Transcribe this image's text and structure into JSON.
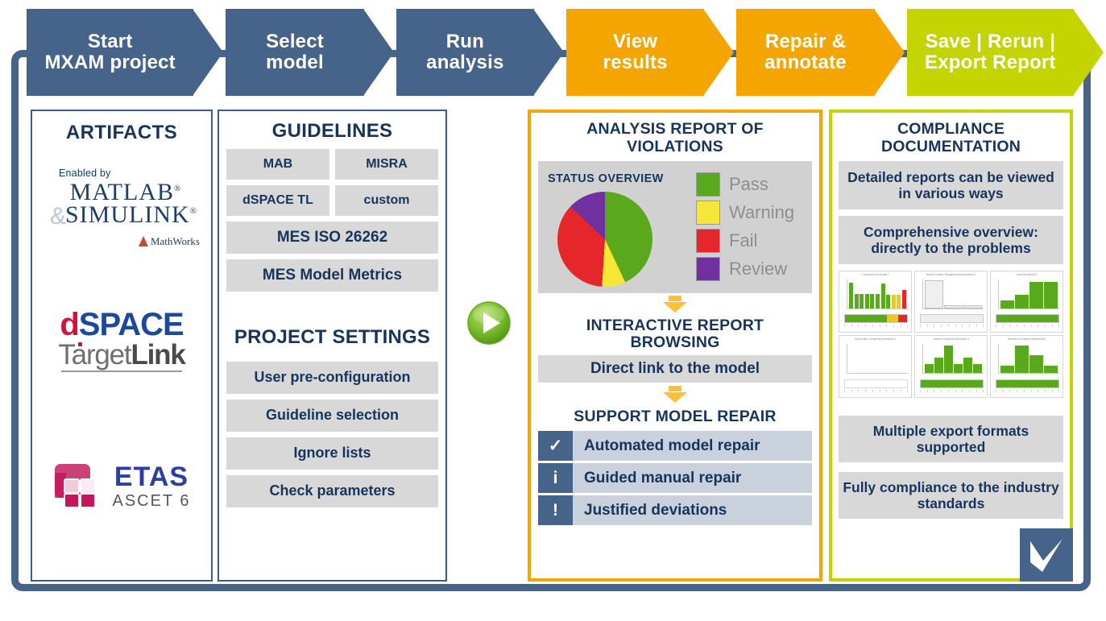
{
  "process_bar": {
    "steps": [
      {
        "label_line1": "Start",
        "label_line2": "MXAM project",
        "color": "#46638a"
      },
      {
        "label_line1": "Select",
        "label_line2": "model",
        "color": "#46638a"
      },
      {
        "label_line1": "Run",
        "label_line2": "analysis",
        "color": "#46638a"
      },
      {
        "label_line1": "View",
        "label_line2": "results",
        "color": "#f5a500"
      },
      {
        "label_line1": "Repair &",
        "label_line2": "annotate",
        "color": "#f5a500"
      },
      {
        "label_line1": "Save | Rerun |",
        "label_line2": "Export Report",
        "color": "#c3d400"
      }
    ]
  },
  "artifacts": {
    "title": "ARTIFACTS",
    "matlab_logo": {
      "enabled_by": "Enabled by",
      "amp": "&",
      "matlab": "MATLAB",
      "simulink": "SIMULINK",
      "registered": "®",
      "mathworks": "MathWorks"
    },
    "dspace_logo": {
      "d": "d",
      "space": "SPACE",
      "target": "Target",
      "link": "Link"
    },
    "etas_logo": {
      "name": "ETAS",
      "product": "ASCET 6"
    }
  },
  "guidelines": {
    "title": "GUIDELINES",
    "pairs": [
      {
        "left": "MAB",
        "right": "MISRA"
      },
      {
        "left": "dSPACE TL",
        "right": "custom"
      }
    ],
    "wide": [
      "MES ISO 26262",
      "MES Model Metrics"
    ]
  },
  "project_settings": {
    "title": "PROJECT SETTINGS",
    "items": [
      "User pre-configuration",
      "Guideline selection",
      "Ignore lists",
      "Check parameters"
    ]
  },
  "report": {
    "title_line1": "ANALYSIS REPORT OF",
    "title_line2": "VIOLATIONS",
    "status_label": "STATUS OVERVIEW",
    "browsing_title_line1": "INTERACTIVE REPORT",
    "browsing_title_line2": "BROWSING",
    "direct_link": "Direct link to the model",
    "repair_title": "SUPPORT MODEL REPAIR",
    "repair_items": [
      {
        "icon": "✓",
        "icon_name": "check-icon",
        "label": "Automated model repair"
      },
      {
        "icon": "i",
        "icon_name": "info-icon",
        "label": "Guided manual repair"
      },
      {
        "icon": "!",
        "icon_name": "warning-icon",
        "label": "Justified deviations"
      }
    ]
  },
  "compliance": {
    "title_line1": "COMPLIANCE",
    "title_line2": "DOCUMENTATION",
    "chips_top": [
      "Detailed reports can be viewed in various ways",
      "Comprehensive overview: directly to the problems"
    ],
    "chips_bottom": [
      "Multiple export formats supported",
      "Fully compliance to the industry standards"
    ],
    "badge_icon": "check-mark"
  },
  "play_button": {
    "icon": "play-icon",
    "color": "#6cba24"
  },
  "colors": {
    "slate_blue": "#46638a",
    "dark_navy": "#17355c",
    "amber": "#f5a500",
    "lime": "#c3d400",
    "chip_grey": "#d8d8d8",
    "pass_green": "#5aa81b",
    "warning_yellow": "#f6e635",
    "fail_red": "#e5262b",
    "review_purple": "#7030a0"
  },
  "chart_data": [
    {
      "type": "pie",
      "title": "STATUS OVERVIEW",
      "categories": [
        "Pass",
        "Warning",
        "Fail",
        "Review"
      ],
      "values": [
        43,
        8,
        36,
        13
      ],
      "unit": "%",
      "colors": [
        "#5aa81b",
        "#f6e635",
        "#e5262b",
        "#7030a0"
      ],
      "legend_position": "right",
      "legend": [
        "Pass",
        "Warning",
        "Fail",
        "Review"
      ],
      "start_angle_deg": 0,
      "grid": false
    },
    {
      "type": "bar",
      "title": "Complexity thumbnail 1",
      "categories": [
        "1",
        "2",
        "3",
        "4",
        "5",
        "6",
        "7",
        "8",
        "9",
        "10",
        "11"
      ],
      "values": [
        88,
        48,
        50,
        48,
        50,
        48,
        85,
        45,
        45,
        45,
        62
      ],
      "bar_colors": [
        "green",
        "green",
        "green",
        "green",
        "green",
        "green",
        "green",
        "green",
        "yellow",
        "yellow",
        "red"
      ],
      "xlabel": "",
      "ylabel": "",
      "ylim": [
        0,
        100
      ]
    },
    {
      "type": "bar",
      "title": "Linked Generic Requirements thumbnail 2",
      "categories": [
        "1",
        "2",
        "3"
      ],
      "values": [
        92,
        8,
        8
      ],
      "bar_colors": [
        "grey",
        "grey",
        "grey"
      ],
      "xlabel": "",
      "ylabel": "",
      "ylim": [
        0,
        100
      ]
    },
    {
      "type": "bar",
      "title": "Level thumbnail 3",
      "categories": [
        "1",
        "2",
        "3",
        "4"
      ],
      "values": [
        28,
        46,
        92,
        92
      ],
      "bar_colors": [
        "green",
        "green",
        "green",
        "green"
      ],
      "xlabel": "",
      "ylabel": "",
      "ylim": [
        0,
        100
      ]
    },
    {
      "type": "bar",
      "title": "Cyclomatic Complexity thumbnail 4",
      "categories": [
        "1"
      ],
      "values": [
        4
      ],
      "bar_colors": [
        "green"
      ],
      "xlabel": "",
      "ylabel": "",
      "ylim": [
        0,
        100
      ]
    },
    {
      "type": "bar",
      "title": "Number of Inports thumbnail 5",
      "categories": [
        "1",
        "2",
        "3",
        "4",
        "5",
        "6"
      ],
      "values": [
        30,
        52,
        96,
        30,
        52,
        30
      ],
      "bar_colors": [
        "green",
        "green",
        "green",
        "green",
        "green",
        "green"
      ],
      "xlabel": "",
      "ylabel": "",
      "ylim": [
        0,
        100
      ]
    },
    {
      "type": "bar",
      "title": "Number of Outports thumbnail 6",
      "categories": [
        "1",
        "2",
        "3",
        "4"
      ],
      "values": [
        26,
        96,
        62,
        26
      ],
      "bar_colors": [
        "green",
        "green",
        "green",
        "green"
      ],
      "xlabel": "",
      "ylabel": "",
      "ylim": [
        0,
        100
      ]
    }
  ]
}
